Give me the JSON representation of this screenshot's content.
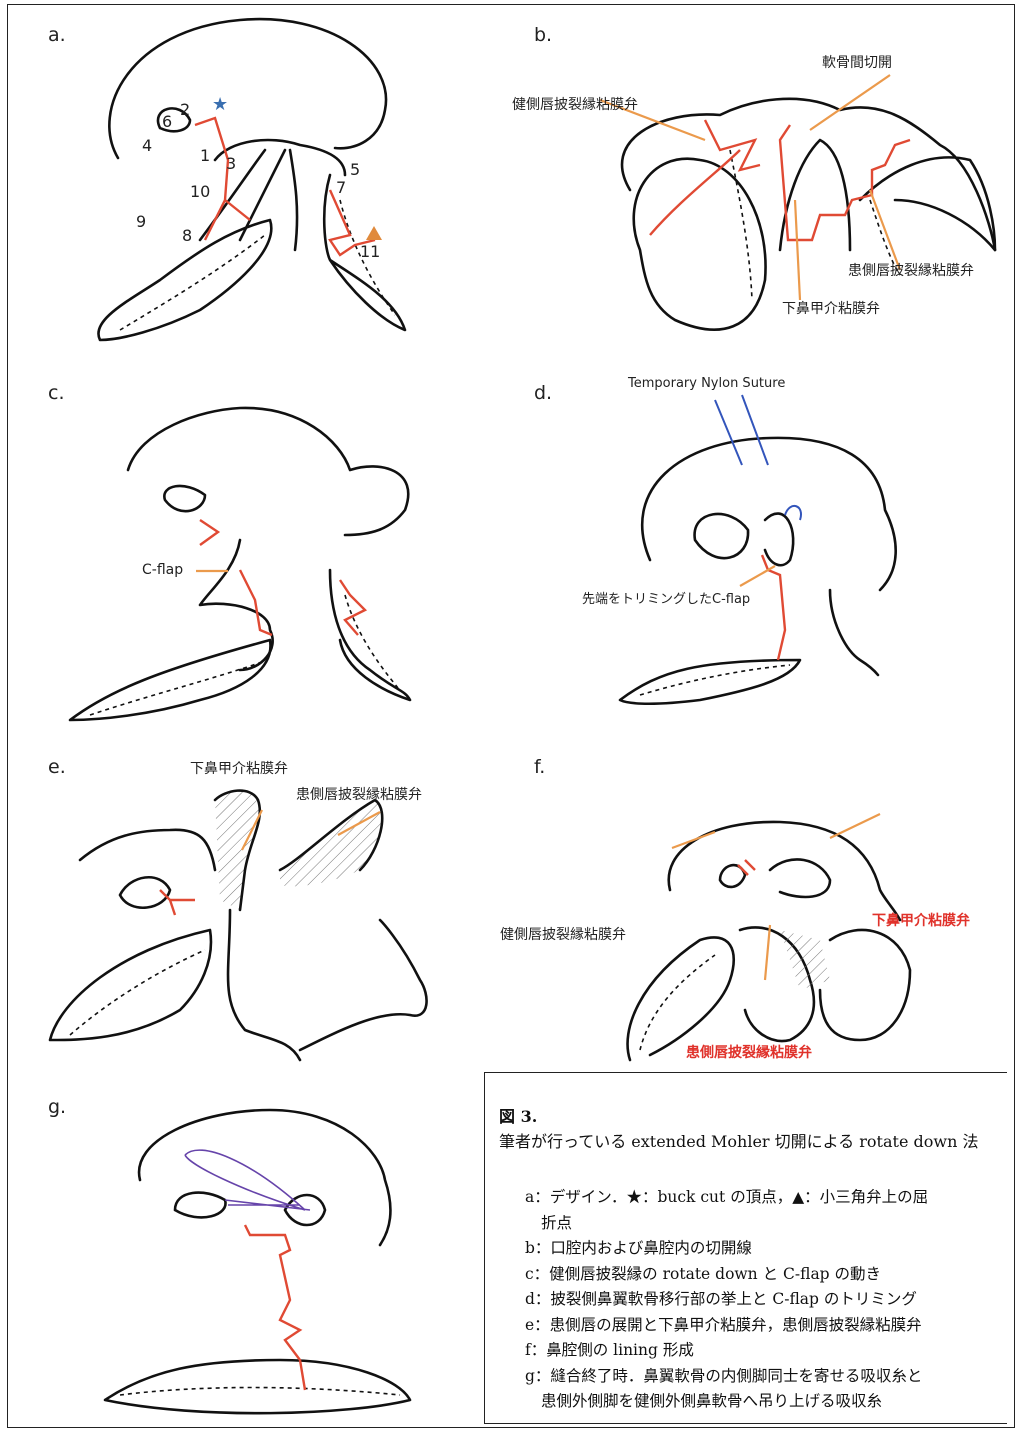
{
  "panels": {
    "a": {
      "label": "a.",
      "numbers": [
        "2",
        "6",
        "4",
        "1",
        "3",
        "10",
        "9",
        "8",
        "5",
        "7",
        "11"
      ]
    },
    "b": {
      "label": "b.",
      "ann": [
        "軟骨間切開",
        "健側唇披裂縁粘膜弁",
        "患側唇披裂縁粘膜弁",
        "下鼻甲介粘膜弁"
      ]
    },
    "c": {
      "label": "c.",
      "ann": [
        "C-flap"
      ]
    },
    "d": {
      "label": "d.",
      "ann": [
        "Temporary Nylon Suture",
        "先端をトリミングしたC-flap"
      ]
    },
    "e": {
      "label": "e.",
      "ann": [
        "下鼻甲介粘膜弁",
        "患側唇披裂縁粘膜弁"
      ]
    },
    "f": {
      "label": "f.",
      "ann": [
        "下鼻甲介粘膜弁",
        "健側唇披裂縁粘膜弁",
        "患側唇披裂縁粘膜弁"
      ]
    },
    "g": {
      "label": "g."
    }
  },
  "caption": {
    "title": "図 3.",
    "intro": "筆者が行っている extended Mohler 切開による rotate down 法",
    "items": [
      {
        "text": "a：デザイン．★：buck cut の頂点，▲：小三角弁上の屈",
        "cont": "折点"
      },
      {
        "text": "b：口腔内および鼻腔内の切開線"
      },
      {
        "text": "c：健側唇披裂縁の rotate down と C-flap の動き"
      },
      {
        "text": "d：披裂側鼻翼軟骨移行部の挙上と C-flap のトリミング"
      },
      {
        "text": "e：患側唇の展開と下鼻甲介粘膜弁，患側唇披裂縁粘膜弁"
      },
      {
        "text": "f：鼻腔側の lining 形成"
      },
      {
        "text": "g：縫合終了時．鼻翼軟骨の内側脚同士を寄せる吸収糸と",
        "cont": "患側外側脚を健側外側鼻軟骨へ吊り上げる吸収糸"
      }
    ]
  },
  "colors": {
    "ink": "#111111",
    "incision": "#e04a34",
    "arrow": "#eb9a4c",
    "suture_blue": "#3355bb",
    "suture_purple": "#6644aa",
    "red_label": "#e0322b"
  }
}
